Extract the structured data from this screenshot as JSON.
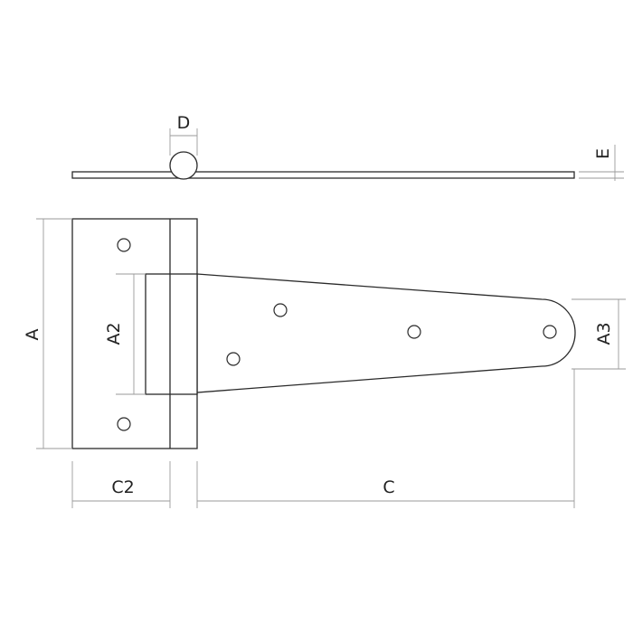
{
  "labels": {
    "A": "A",
    "A2": "A2",
    "A3": "A3",
    "C": "C",
    "C2": "C2",
    "D": "D",
    "E": "E"
  }
}
